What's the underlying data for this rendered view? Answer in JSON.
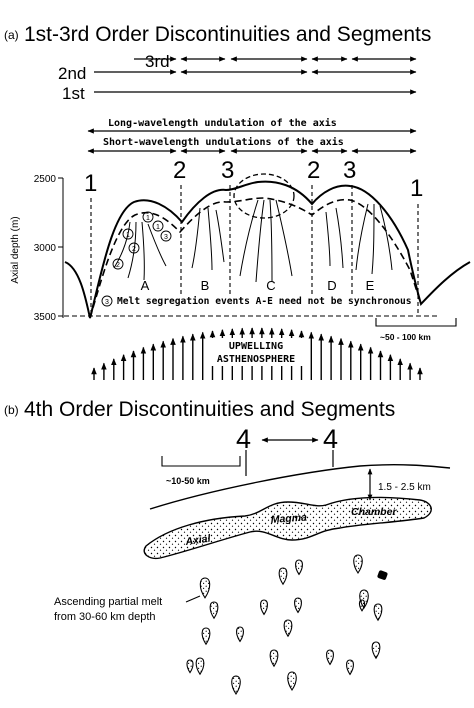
{
  "panel_a": {
    "tag": "(a)",
    "title": "1st-3rd Order Discontinuities and Segments",
    "order_labels": {
      "third": "3rd",
      "second": "2nd",
      "first": "1st"
    },
    "undulation_long": "Long-wavelength undulation of the axis",
    "undulation_short": "Short-wavelength undulations of the axis",
    "y_axis_label": "Axial depth (m)",
    "y_ticks": [
      "2500",
      "3000",
      "3500"
    ],
    "disc_labels": [
      "1",
      "2",
      "3",
      "2",
      "3",
      "1"
    ],
    "segment_letters": [
      "A",
      "B",
      "C",
      "D",
      "E"
    ],
    "event_numbers": [
      "1",
      "1",
      "1",
      "2",
      "2",
      "3"
    ],
    "melt_note": "Melt segregation events A-E need not be synchronous",
    "melt_note_marker": "3",
    "upwelling_line1": "UPWELLING",
    "upwelling_line2": "ASTHENOSPHERE",
    "scale_a": "~50 - 100 km"
  },
  "panel_b": {
    "tag": "(b)",
    "title": "4th Order Discontinuities and Segments",
    "disc_labels": [
      "4",
      "4"
    ],
    "scale_b": "~10-50 km",
    "depth": "1.5 - 2.5 km",
    "magma_words": [
      "Axial",
      "Magma",
      "Chamber"
    ],
    "ascending_line1": "Ascending partial melt",
    "ascending_line2": "from 30-60 km depth"
  }
}
